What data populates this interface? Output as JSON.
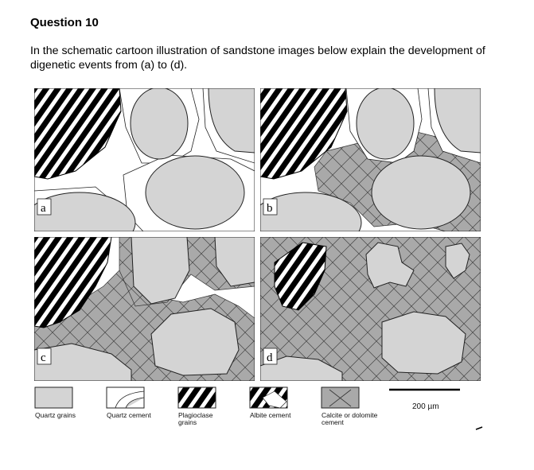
{
  "question": {
    "title": "Question 10",
    "text": "In the schematic cartoon illustration of sandstone images below explain the development of digenetic events from (a) to (d)."
  },
  "figure": {
    "panels": [
      {
        "label": "a"
      },
      {
        "label": "b"
      },
      {
        "label": "c"
      },
      {
        "label": "d"
      }
    ],
    "legend": [
      {
        "label": "Quartz grains"
      },
      {
        "label": "Quartz cement"
      },
      {
        "label": "Plagioclase grains"
      },
      {
        "label": "Albite cement"
      },
      {
        "label": "Calcite or dolomite cement"
      }
    ],
    "scale_bar": "200 µm",
    "colors": {
      "quartz": "#d4d4d4",
      "carbonate": "#a9a9a9",
      "outline": "#222222"
    }
  }
}
